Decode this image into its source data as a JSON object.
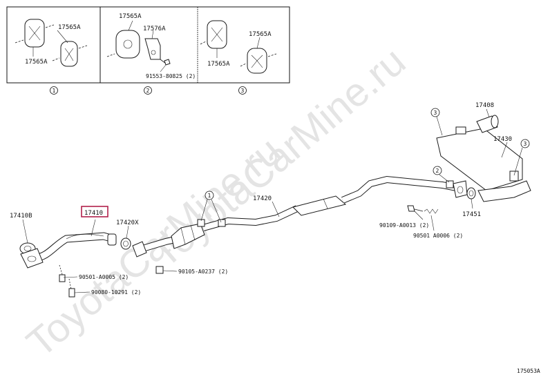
{
  "watermark": "ToyotaCarMine.ru",
  "inset": {
    "panels": [
      {
        "number": "1",
        "labels": [
          "17565A",
          "17565A"
        ]
      },
      {
        "number": "2",
        "labels": [
          "17565A",
          "17576A",
          "91553-80825 (2)"
        ]
      },
      {
        "number": "3",
        "labels": [
          "17565A",
          "17565A"
        ]
      }
    ]
  },
  "parts": {
    "p17410B": "17410B",
    "p17410": "17410",
    "p17420X": "17420X",
    "p17420": "17420",
    "p17408": "17408",
    "p17430": "17430",
    "p17451": "17451",
    "b90109": "90109-A0013 (2)",
    "b90501a": "90501 A0006 (2)",
    "b90105": "90105-A0237 (2)",
    "b90501b": "90501-A0005 (2)",
    "b90080": "90080-10291 (2)"
  },
  "callouts": {
    "c1": "1",
    "c2": "2",
    "c3": "3",
    "c3b": "3"
  },
  "diagram_code": "175053A",
  "colors": {
    "highlight": "#b0204a",
    "watermark": "#e4e4e4"
  }
}
